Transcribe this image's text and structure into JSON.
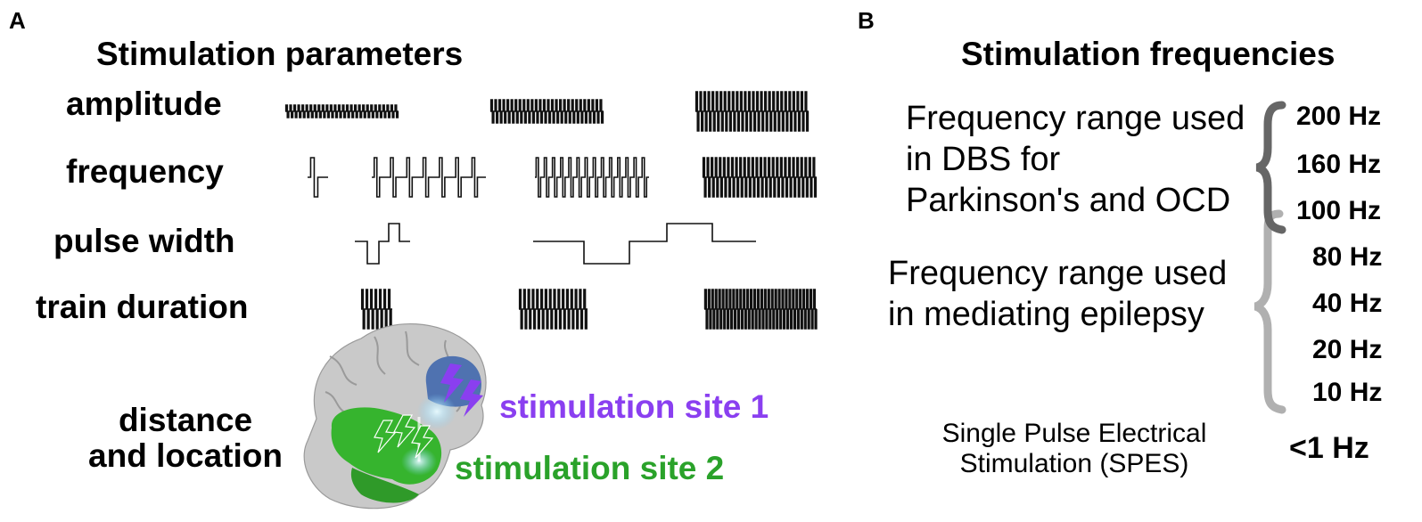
{
  "panel_a": {
    "letter": "A",
    "title": "Stimulation parameters",
    "parameters": [
      {
        "label": "amplitude"
      },
      {
        "label": "frequency"
      },
      {
        "label": "pulse width"
      },
      {
        "label": "train duration"
      }
    ],
    "location_label": {
      "line1": "distance",
      "line2": "and location"
    },
    "site1": "stimulation site 1",
    "site2": "stimulation site 2",
    "colors": {
      "site1": "#8a3ff0",
      "site2": "#2aa22a",
      "brain_gray": "#c9c9c9",
      "region_blue": "#4f72b0",
      "region_green": "#36b42e"
    }
  },
  "panel_b": {
    "letter": "B",
    "title": "Stimulation frequencies",
    "dbs_range": {
      "line1": "Frequency range used",
      "line2": "in DBS for",
      "line3": "Parkinson's and OCD"
    },
    "epilepsy_range": {
      "line1": "Frequency range used",
      "line2": "in mediating epilepsy"
    },
    "frequencies": [
      "200 Hz",
      "160 Hz",
      "100 Hz",
      "80 Hz",
      "40 Hz",
      "20 Hz",
      "10 Hz"
    ],
    "spes": {
      "line1": "Single Pulse Electrical",
      "line2": "Stimulation (SPES)",
      "value": "<1 Hz"
    },
    "colors": {
      "dbs_brace": "#666666",
      "epilepsy_brace": "#b0b0b0"
    }
  }
}
